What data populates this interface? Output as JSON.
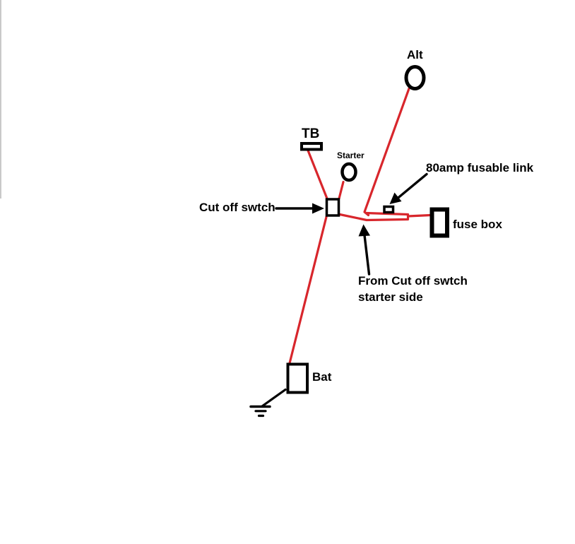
{
  "diagram": {
    "background": "#ffffff",
    "colors": {
      "wire": "#d8262c",
      "ink": "#000000"
    },
    "labels": {
      "alt": "Alt",
      "tb": "TB",
      "starter": "Starter",
      "cutoff_switch": "Cut off swtch",
      "fusable_link": "80amp fusable link",
      "fuse_box": "fuse box",
      "from_note_line1": "From Cut off swtch",
      "from_note_line2": "starter side",
      "battery": "Bat"
    },
    "connections": [
      {
        "from": "Alt",
        "to": "fuse box feed junction"
      },
      {
        "from": "TB",
        "to": "Cut off swtch"
      },
      {
        "from": "Starter",
        "to": "Cut off swtch"
      },
      {
        "from": "Cut off swtch",
        "to": "Bat"
      },
      {
        "from": "Cut off swtch starter side",
        "to": "fuse box",
        "via": "80amp fusable link"
      },
      {
        "from": "Bat",
        "to": "ground"
      }
    ]
  }
}
